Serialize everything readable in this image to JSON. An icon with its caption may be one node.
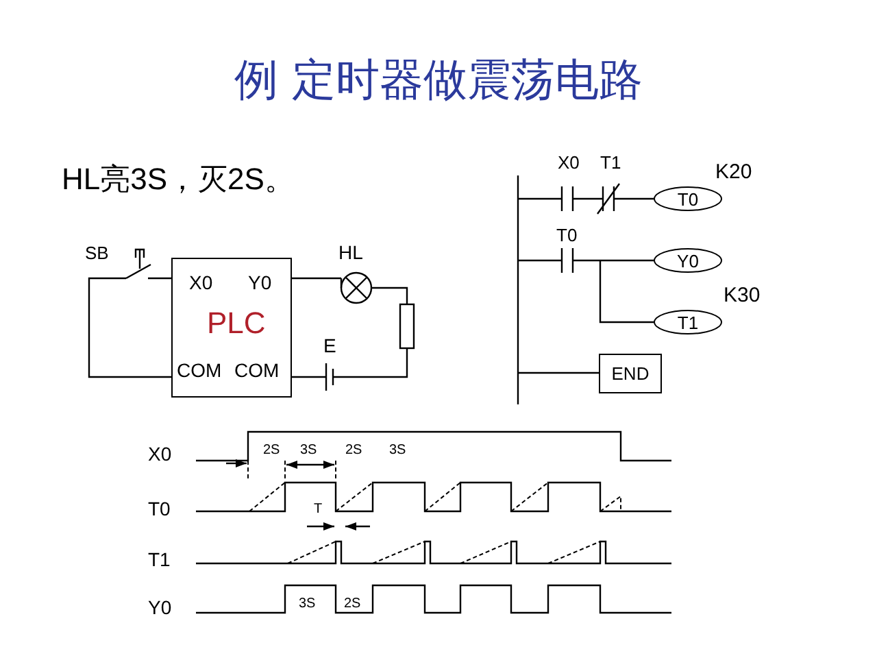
{
  "diagram": {
    "title": "例  定时器做震荡电路",
    "nodes": [
      {
        "text": [
          "X0",
          "Y0",
          "PLC",
          "COM",
          "COM"
        ]
      },
      {
        "text": [
          "T0"
        ]
      },
      {
        "text": [
          "Y0"
        ]
      },
      {
        "text": [
          "T1"
        ]
      },
      {
        "text": [
          "END"
        ]
      }
    ],
    "labels": [
      "HL亮3S，灭2S。",
      "X0",
      "T1",
      "K20",
      "SB",
      "HL",
      "T0",
      "K30",
      "E",
      "X0",
      "2S",
      "3S",
      "2S",
      "3S",
      "T0",
      "T",
      "T1",
      "Y0",
      "3S",
      "2S"
    ]
  }
}
